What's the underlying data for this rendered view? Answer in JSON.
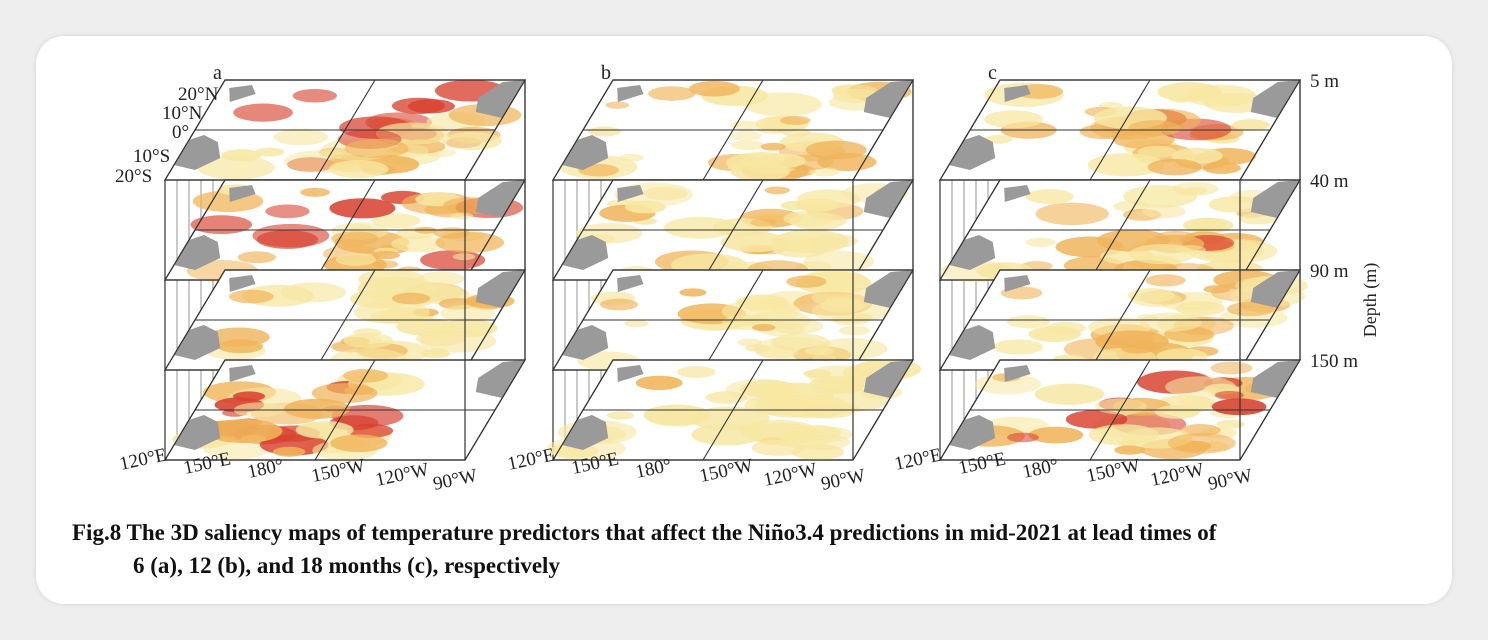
{
  "figure": {
    "panels": [
      {
        "label": "a"
      },
      {
        "label": "b"
      },
      {
        "label": "c"
      }
    ],
    "lat_labels": [
      "20°N",
      "10°N",
      "0°",
      "10°S",
      "20°S"
    ],
    "lon_labels": [
      "120°E",
      "150°E",
      "180°",
      "150°W",
      "120°W",
      "90°W"
    ],
    "depth_labels": [
      "5 m",
      "40 m",
      "90 m",
      "150 m"
    ],
    "depth_axis_title": "Depth (m)",
    "colors": {
      "land": "#9a9a9a",
      "saliency_low": "#f7e7a2",
      "saliency_mid": "#f0b45a",
      "saliency_high": "#d8412f",
      "frame": "#333333"
    }
  },
  "caption": {
    "lead": "Fig.8 The 3D saliency maps of temperature predictors that affect the Niño3.4 predictions in mid-2021 at lead times of",
    "cont": "6 (a), 12 (b), and 18 months (c), respectively"
  }
}
